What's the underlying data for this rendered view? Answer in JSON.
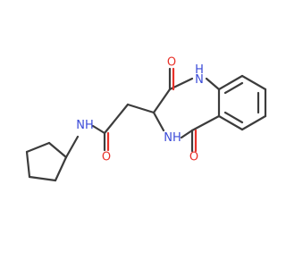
{
  "atoms": {
    "n_amide": {
      "symbol": "N",
      "h": "H",
      "color": "#3b4bd8"
    },
    "n_ring_1": {
      "symbol": "N",
      "h": "H",
      "color": "#3b4bd8"
    },
    "n_ring_4": {
      "symbol": "N",
      "h": "H",
      "color": "#3b4bd8"
    },
    "o_amide": {
      "symbol": "O",
      "color": "#e8322a"
    },
    "o_ring_2": {
      "symbol": "O",
      "color": "#e8322a"
    },
    "o_ring_5": {
      "symbol": "O",
      "color": "#e8322a"
    }
  },
  "colors": {
    "bond": "#3c3c3c",
    "nitrogen": "#3b4bd8",
    "oxygen": "#e8322a",
    "background": "#ffffff"
  }
}
